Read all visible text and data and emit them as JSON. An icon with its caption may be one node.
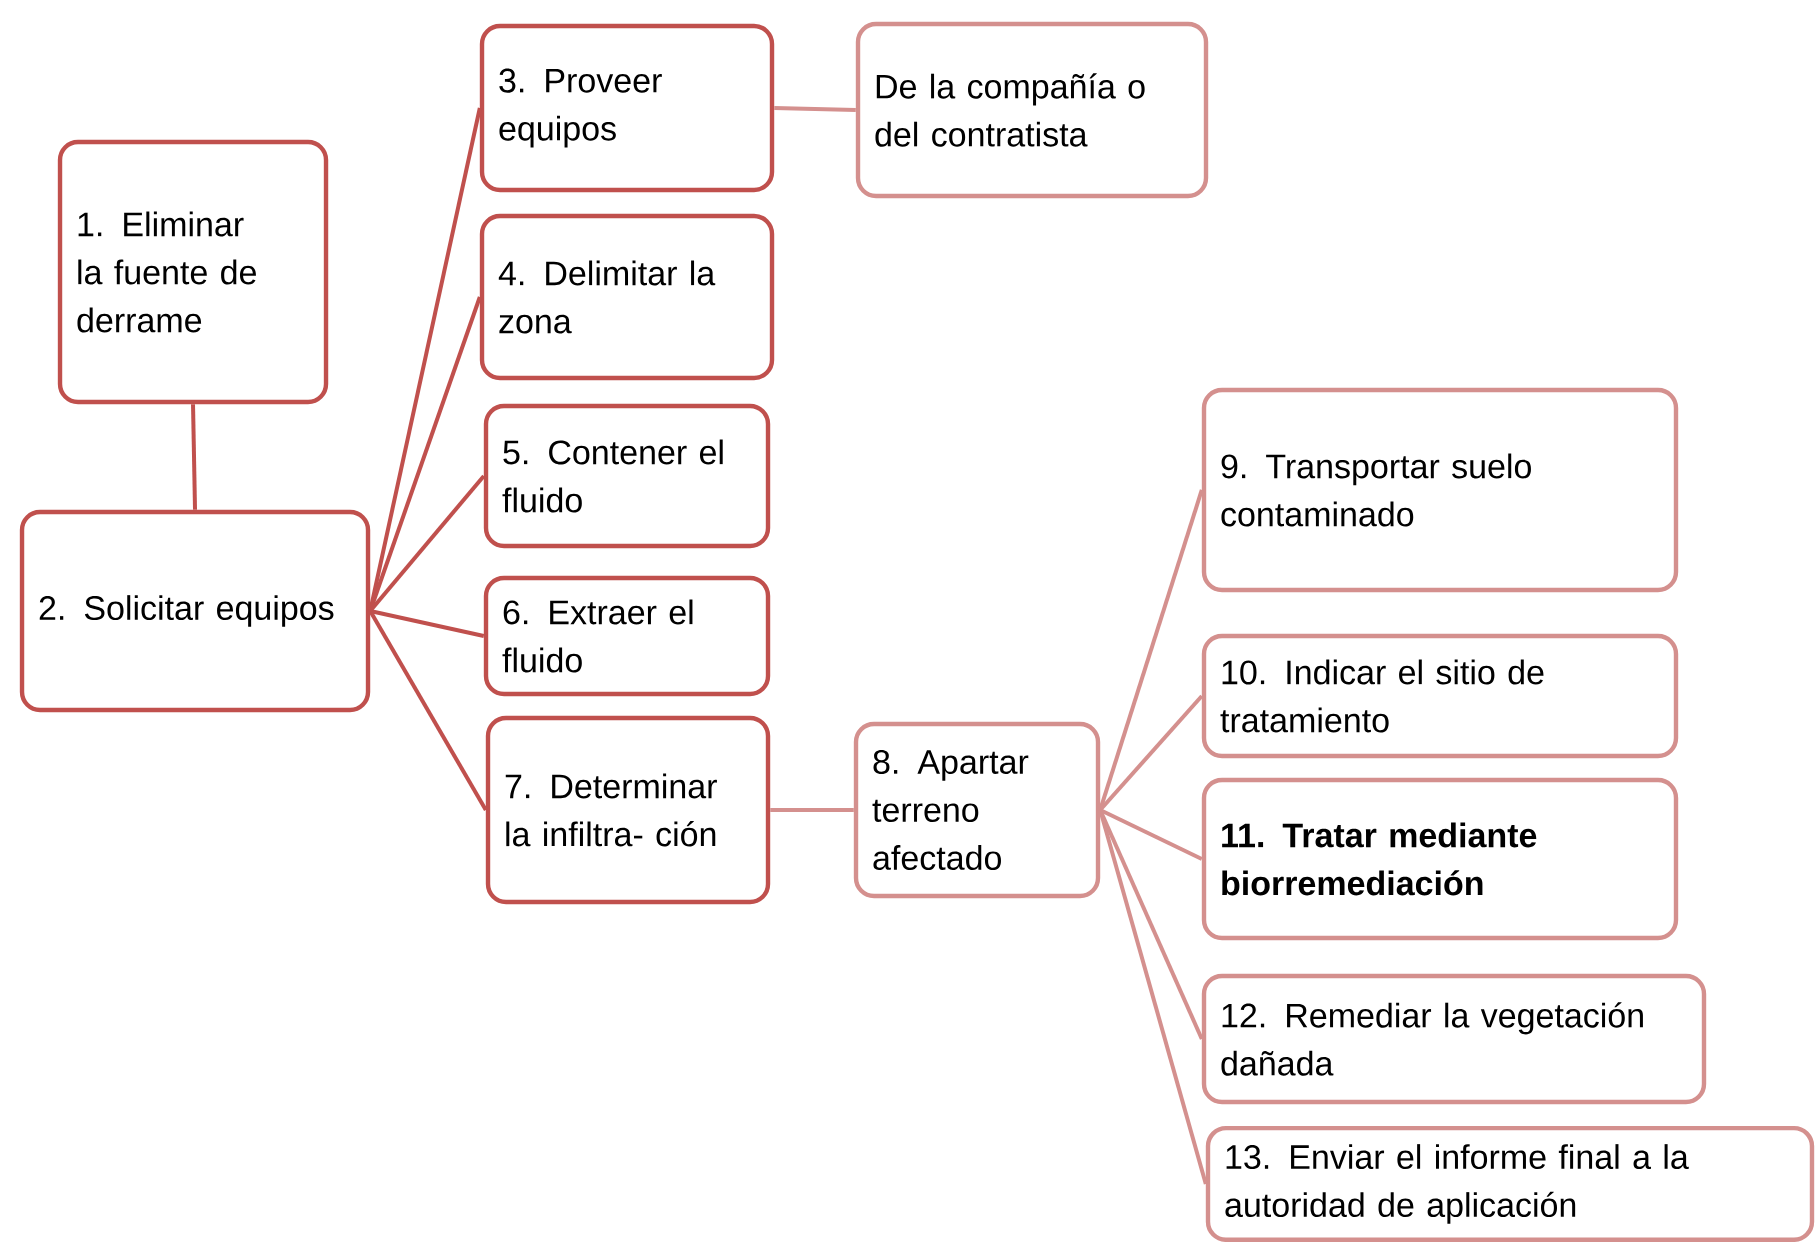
{
  "diagram": {
    "nodes": [
      {
        "text": [
          "1. Eliminar la fuente de derrame"
        ]
      },
      {
        "text": [
          "2. Solicitar equipos"
        ]
      },
      {
        "text": [
          "3. Proveer equipos"
        ]
      },
      {
        "text": [
          "De la compañía o del contratista"
        ]
      },
      {
        "text": [
          "4. Delimitar la zona"
        ]
      },
      {
        "text": [
          "5. Contener el fluido"
        ]
      },
      {
        "text": [
          "6. Extraer el fluido"
        ]
      },
      {
        "text": [
          "7. Determinar la infiltra- ción"
        ]
      },
      {
        "text": [
          "8. Apartar terreno afectado"
        ]
      },
      {
        "text": [
          "9. Transportar suelo contaminado"
        ]
      },
      {
        "text": [
          "10. Indicar el sitio de tratamiento"
        ]
      },
      {
        "text": [
          "11. Tratar mediante biorremediación"
        ]
      },
      {
        "text": [
          "12. Remediar la vegetación dañada"
        ]
      },
      {
        "text": [
          "13. Enviar el informe final a la autoridad de aplicación"
        ]
      }
    ],
    "edges": [
      {
        "from": 0,
        "to": 1,
        "arrow": "none"
      },
      {
        "from": 1,
        "to": 2,
        "arrow": "none"
      },
      {
        "from": 1,
        "to": 4,
        "arrow": "none"
      },
      {
        "from": 1,
        "to": 5,
        "arrow": "none"
      },
      {
        "from": 1,
        "to": 6,
        "arrow": "none"
      },
      {
        "from": 1,
        "to": 7,
        "arrow": "none"
      },
      {
        "from": 2,
        "to": 3,
        "arrow": "none",
        "color": "#d4908e"
      },
      {
        "from": 7,
        "to": 8,
        "arrow": "none",
        "color": "#d4908e"
      },
      {
        "from": 8,
        "to": 9,
        "arrow": "none",
        "color": "#d4908e"
      },
      {
        "from": 8,
        "to": 10,
        "arrow": "none",
        "color": "#d4908e"
      },
      {
        "from": 8,
        "to": 11,
        "arrow": "none",
        "color": "#d4908e"
      },
      {
        "from": 8,
        "to": 12,
        "arrow": "none",
        "color": "#d4908e"
      },
      {
        "from": 8,
        "to": 13,
        "arrow": "none",
        "color": "#d4908e"
      }
    ]
  }
}
